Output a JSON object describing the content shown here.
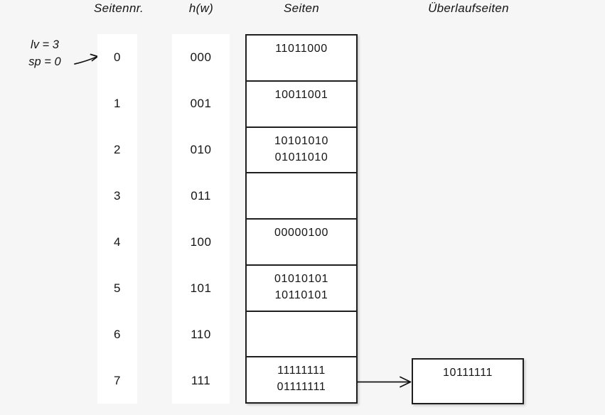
{
  "headers": {
    "seitennr": "Seitennr.",
    "hash_fn": "h(w)",
    "seiten": "Seiten",
    "ueberlaufseiten": "Überlaufseiten"
  },
  "annotation": {
    "line1": "lv = 3",
    "line2": "sp = 0"
  },
  "buckets": [
    {
      "page": "0",
      "hash": "000",
      "entries": [
        "11011000"
      ]
    },
    {
      "page": "1",
      "hash": "001",
      "entries": [
        "10011001"
      ]
    },
    {
      "page": "2",
      "hash": "010",
      "entries": [
        "10101010",
        "01011010"
      ]
    },
    {
      "page": "3",
      "hash": "011",
      "entries": []
    },
    {
      "page": "4",
      "hash": "100",
      "entries": [
        "00000100"
      ]
    },
    {
      "page": "5",
      "hash": "101",
      "entries": [
        "01010101",
        "10110101"
      ]
    },
    {
      "page": "6",
      "hash": "110",
      "entries": []
    },
    {
      "page": "7",
      "hash": "111",
      "entries": [
        "11111111",
        "01111111"
      ]
    }
  ],
  "overflow": {
    "linked_from_page": "7",
    "entries": [
      "10111111"
    ]
  },
  "colors": {
    "background": "#f6f6f6",
    "panel": "#ffffff",
    "border": "#1f1f1f",
    "text": "#141414"
  }
}
